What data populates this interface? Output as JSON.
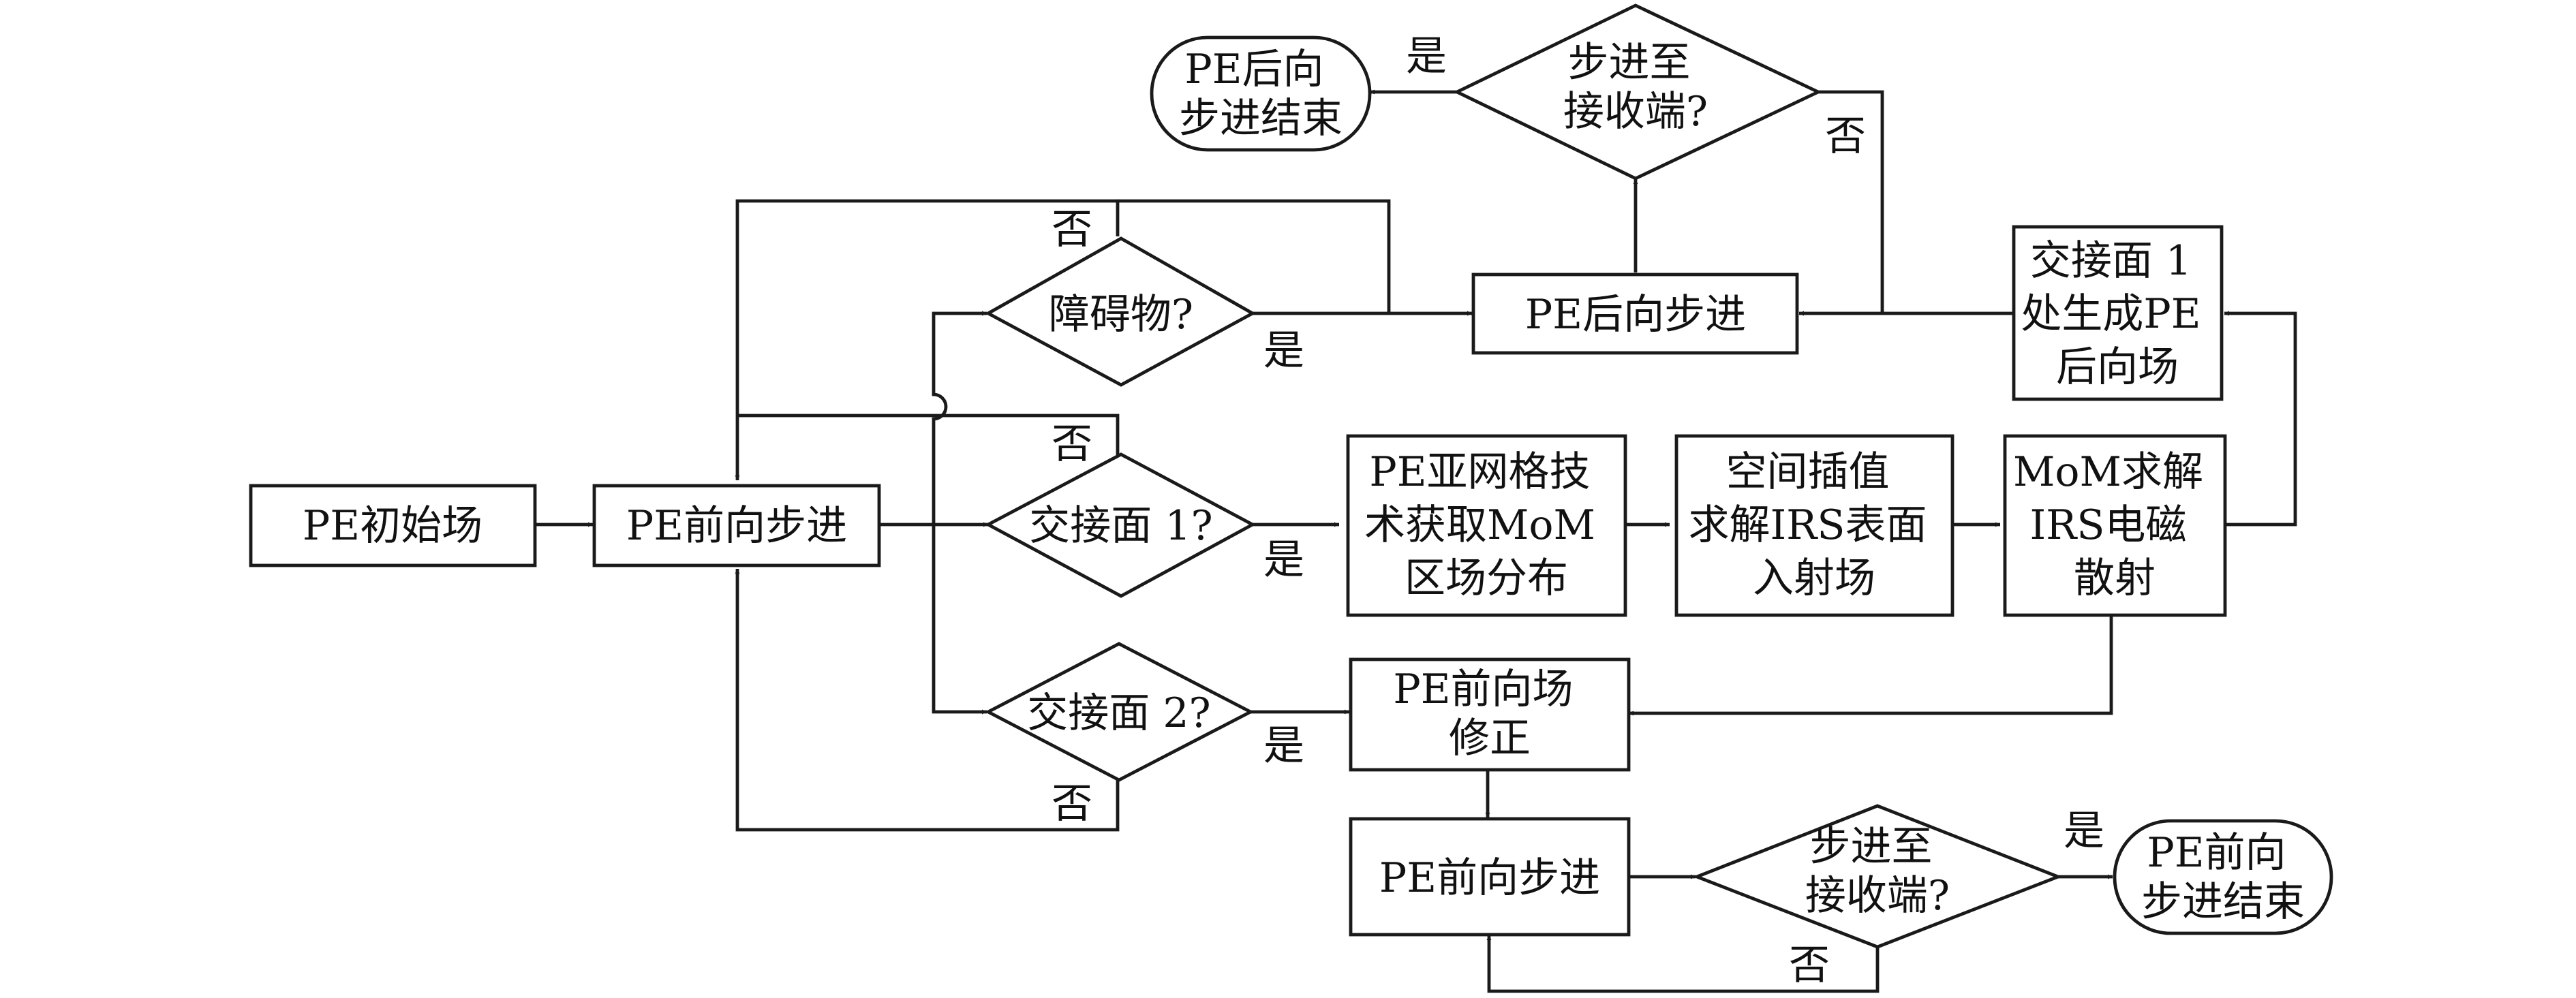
{
  "nodes": {
    "pe_init": [
      "PE初始场"
    ],
    "pe_forward": [
      "PE前向步进"
    ],
    "obstacle": [
      "障碍物?"
    ],
    "iface1": [
      "交接面 1?"
    ],
    "iface2": [
      "交接面 2?"
    ],
    "subgrid": [
      "PE亚网格技",
      "术获取MoM",
      "区场分布"
    ],
    "interp": [
      "空间插值",
      "求解IRS表面",
      "入射场"
    ],
    "mom": [
      "MoM求解",
      "IRS电磁",
      "散射"
    ],
    "iface1_back": [
      "交接面 1",
      "处生成PE",
      "后向场"
    ],
    "pe_backward": [
      "PE后向步进"
    ],
    "reach_rx_top": [
      "步进至",
      "接收端?"
    ],
    "back_end": [
      "PE后向",
      "步进结束"
    ],
    "correction": [
      "PE前向场",
      "修正"
    ],
    "pe_forward2": [
      "PE前向步进"
    ],
    "reach_rx_bottom": [
      "步进至",
      "接收端?"
    ],
    "fwd_end": [
      "PE前向",
      "步进结束"
    ]
  },
  "edge_labels": {
    "yes": "是",
    "no": "否"
  },
  "colors": {
    "stroke": "#1a1a1a",
    "text": "#111111",
    "background": "#ffffff"
  }
}
